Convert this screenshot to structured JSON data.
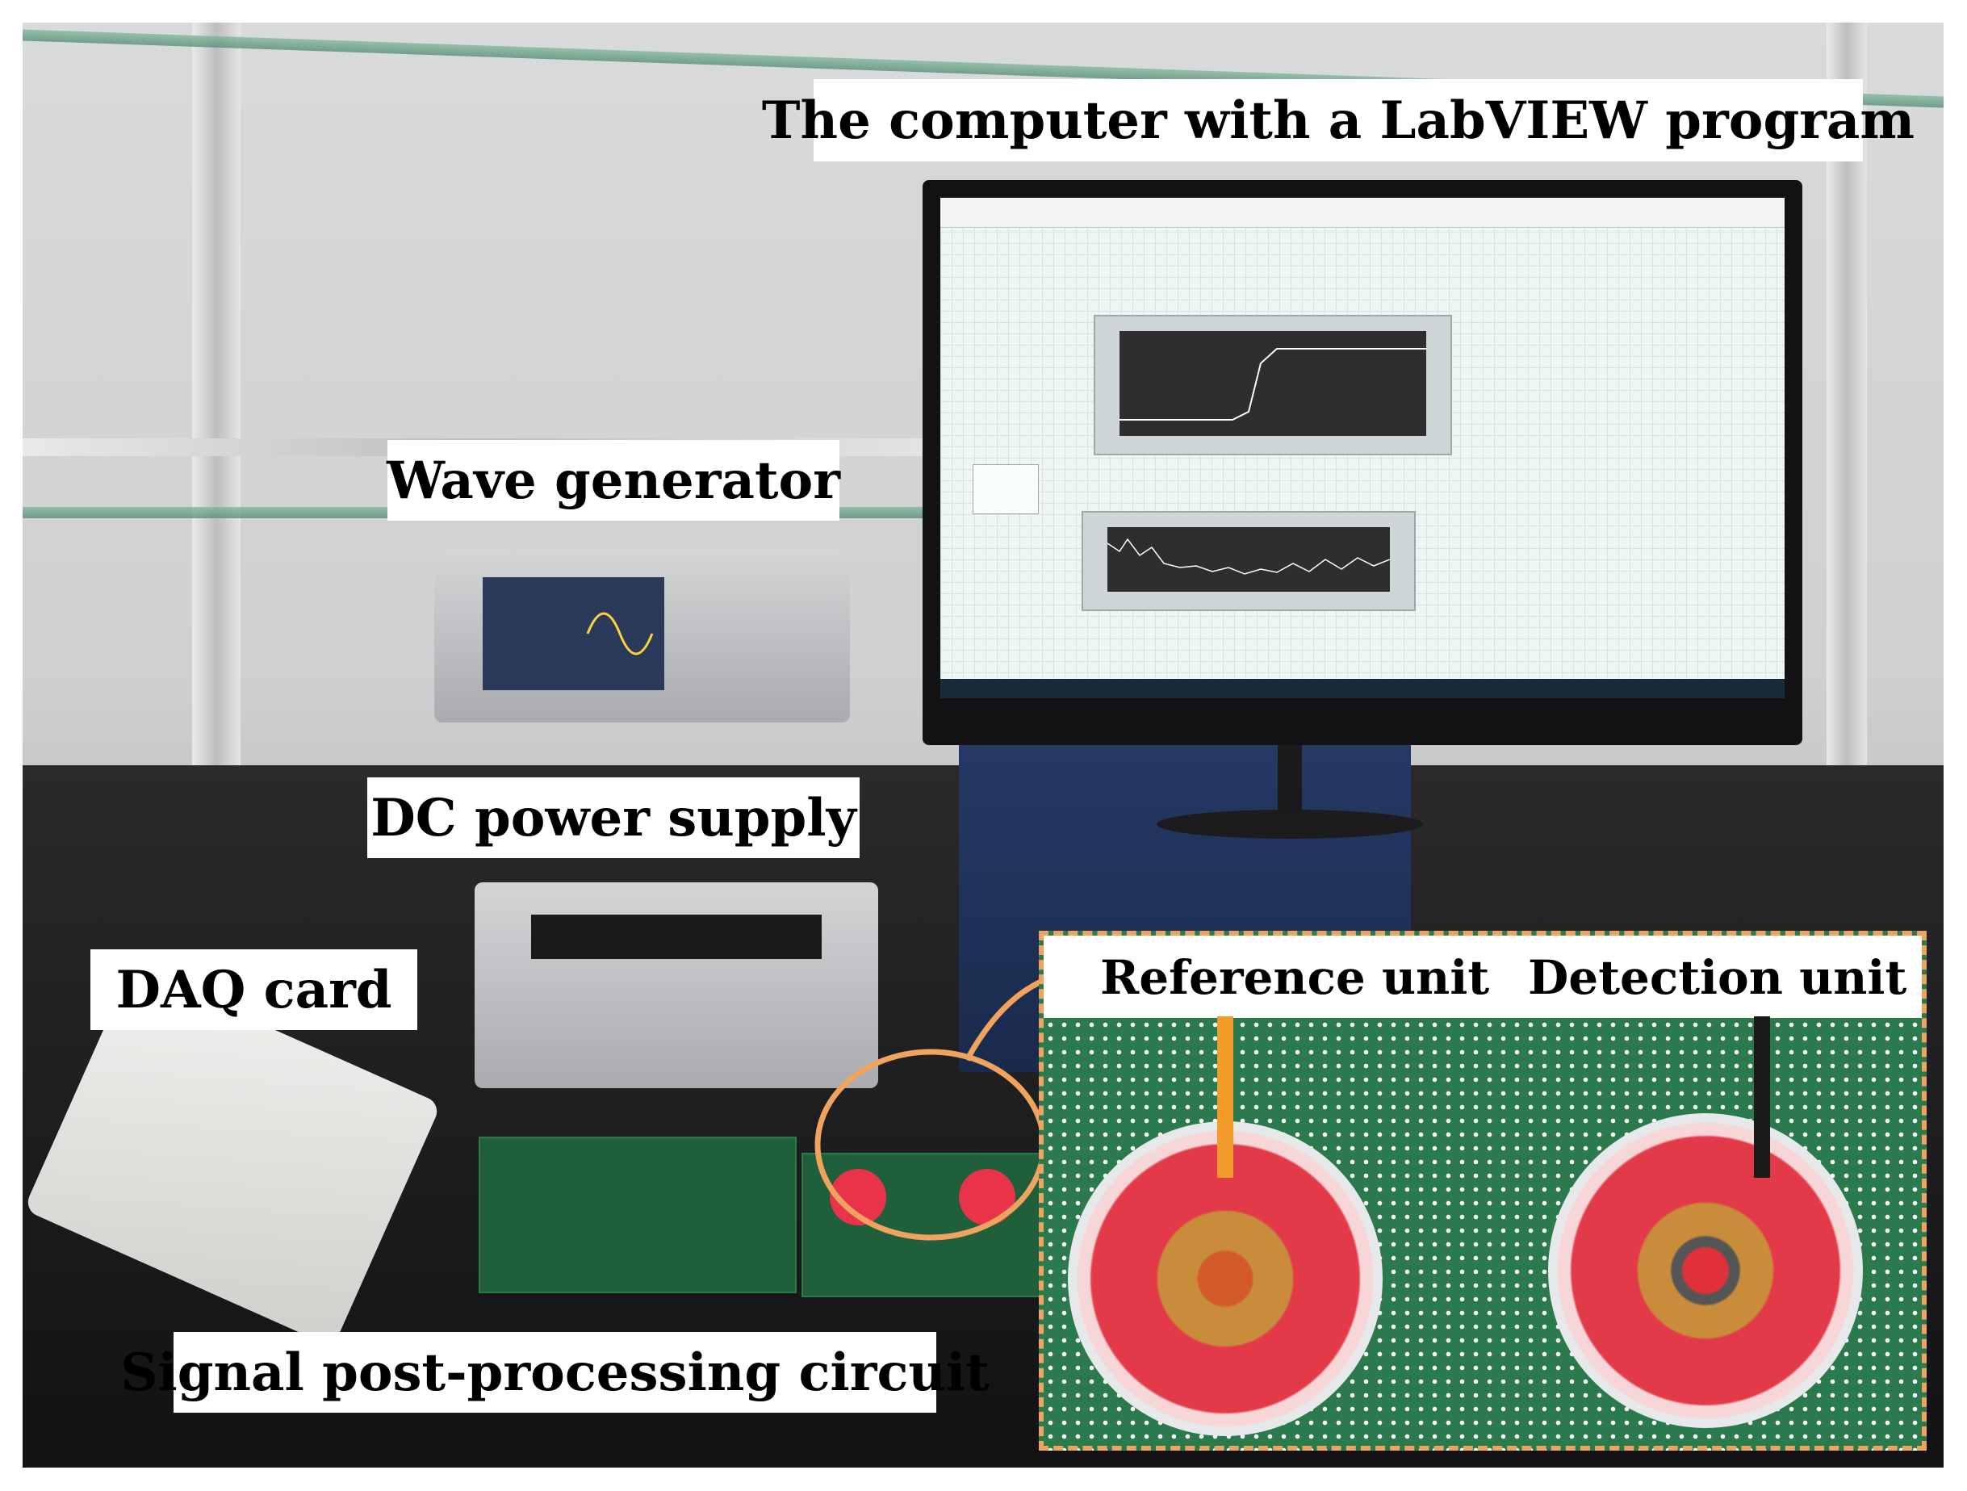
{
  "labels": {
    "computer": "The computer with a LabVIEW program",
    "wave_generator": "Wave generator",
    "dc_power": "DC power supply",
    "daq_card": "DAQ card",
    "signal_circuit": "Signal post-processing circuit",
    "reference_unit": "Reference unit",
    "detection_unit": "Detection unit"
  },
  "colors": {
    "inset_border": "#f0a35e",
    "label_bg": "#ffffff",
    "label_text": "#000000"
  }
}
